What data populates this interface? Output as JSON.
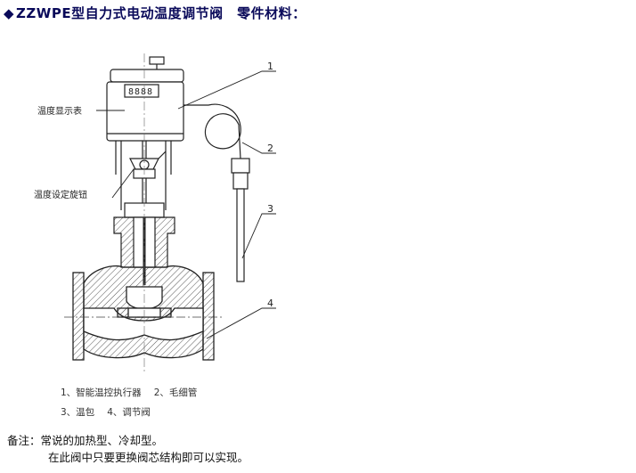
{
  "title": {
    "text": "ZZWPE型自力式电动温度调节阀　零件材料："
  },
  "labels": {
    "display": "温度显示表",
    "knob": "温度设定旋钮",
    "n1": "1",
    "n2": "2",
    "n3": "3",
    "n4": "4",
    "lcd": "8888"
  },
  "legend": {
    "item1": "1、智能温控执行器",
    "item2": "2、毛细管",
    "item3": "3、温包",
    "item4": "4、调节阀"
  },
  "note": {
    "line1": "备注：常说的加热型、冷却型。",
    "line2": "在此阀中只要更换阀芯结构即可以实现。"
  },
  "colors": {
    "title": "#0a0a5a",
    "line": "#222222",
    "hatch": "#555555"
  }
}
